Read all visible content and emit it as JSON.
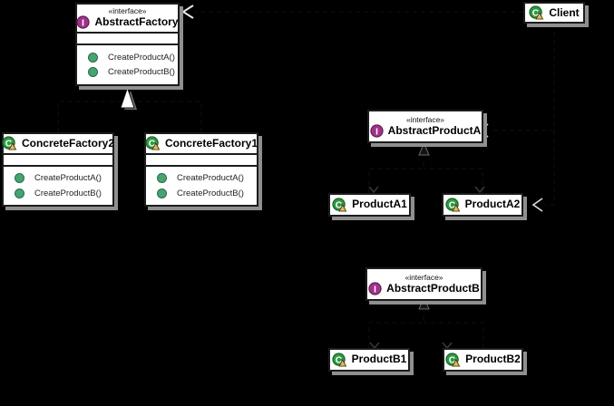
{
  "diagram": {
    "title": "Abstract Factory pattern class diagram",
    "background": "#000000",
    "colors": {
      "box_fill": "#ffffff",
      "box_border": "#1c1c1c",
      "box_shadow": "#8f8f8f",
      "interface_icon_fill": "#a1338c",
      "class_icon_fill": "#2e9b44",
      "class_icon_triangle": "#e2b95e",
      "method_visibility_dot": "#46a472",
      "realization_triangle": "#ffffff"
    },
    "classes": [
      {
        "id": "abstract-factory",
        "kind": "interface",
        "stereotype": "«interface»",
        "name": "AbstractFactory",
        "methods": [
          "CreateProductA()",
          "CreateProductB()"
        ]
      },
      {
        "id": "client",
        "kind": "class",
        "name": "Client",
        "methods": []
      },
      {
        "id": "concrete-factory2",
        "kind": "class",
        "name": "ConcreteFactory2",
        "methods": [
          "CreateProductA()",
          "CreateProductB()"
        ]
      },
      {
        "id": "concrete-factory1",
        "kind": "class",
        "name": "ConcreteFactory1",
        "methods": [
          "CreateProductA()",
          "CreateProductB()"
        ]
      },
      {
        "id": "abstract-product-a",
        "kind": "interface",
        "stereotype": "«interface»",
        "name": "AbstractProductA",
        "methods": []
      },
      {
        "id": "product-a1",
        "kind": "class",
        "name": "ProductA1",
        "methods": []
      },
      {
        "id": "product-a2",
        "kind": "class",
        "name": "ProductA2",
        "methods": []
      },
      {
        "id": "abstract-product-b",
        "kind": "interface",
        "stereotype": "«interface»",
        "name": "AbstractProductB",
        "methods": []
      },
      {
        "id": "product-b1",
        "kind": "class",
        "name": "ProductB1",
        "methods": []
      },
      {
        "id": "product-b2",
        "kind": "class",
        "name": "ProductB2",
        "methods": []
      }
    ],
    "relationships": [
      {
        "type": "realization",
        "to": "AbstractFactory",
        "marker": "hollow-triangle-up"
      },
      {
        "type": "realization",
        "to": "AbstractProductA",
        "marker": "triangle-up"
      },
      {
        "type": "realization",
        "to": "AbstractProductB",
        "marker": "triangle-up"
      },
      {
        "type": "dependency",
        "to": "AbstractFactory",
        "marker": "open-arrow-left"
      },
      {
        "type": "dependency",
        "to": "AbstractProductA",
        "marker": "open-arrow-left"
      },
      {
        "type": "dependency",
        "to": "ProductA2",
        "marker": "open-arrow-left"
      }
    ]
  }
}
